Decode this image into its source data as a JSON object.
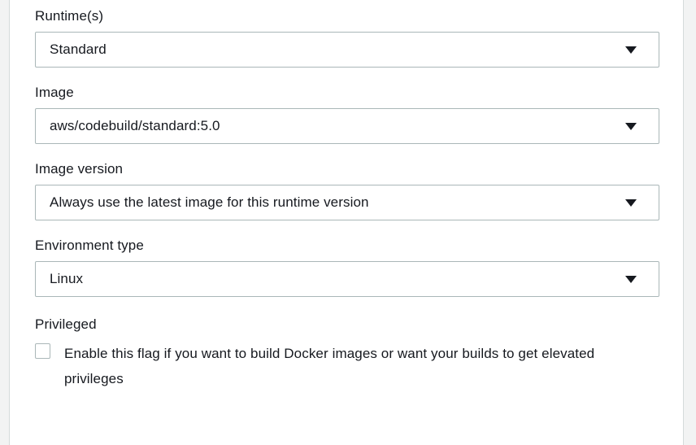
{
  "form": {
    "fields": [
      {
        "key": "runtime",
        "label": "Runtime(s)",
        "value": "Standard",
        "control": "select",
        "icon": "chevron-down-icon"
      },
      {
        "key": "image",
        "label": "Image",
        "value": "aws/codebuild/standard:5.0",
        "control": "select",
        "icon": "chevron-down-icon"
      },
      {
        "key": "image-version",
        "label": "Image version",
        "value": "Always use the latest image for this runtime version",
        "control": "select",
        "icon": "chevron-down-icon"
      },
      {
        "key": "environment-type",
        "label": "Environment type",
        "value": "Linux",
        "control": "select",
        "icon": "chevron-down-icon"
      }
    ],
    "privileged": {
      "label": "Privileged",
      "checkbox_label": "Enable this flag if you want to build Docker images or want your builds to get elevated privileges",
      "checked": false
    }
  },
  "colors": {
    "page_background": "#f2f3f3",
    "panel_background": "#ffffff",
    "panel_border": "#d5dbdb",
    "control_border": "#aab7b8",
    "text": "#16191f"
  }
}
